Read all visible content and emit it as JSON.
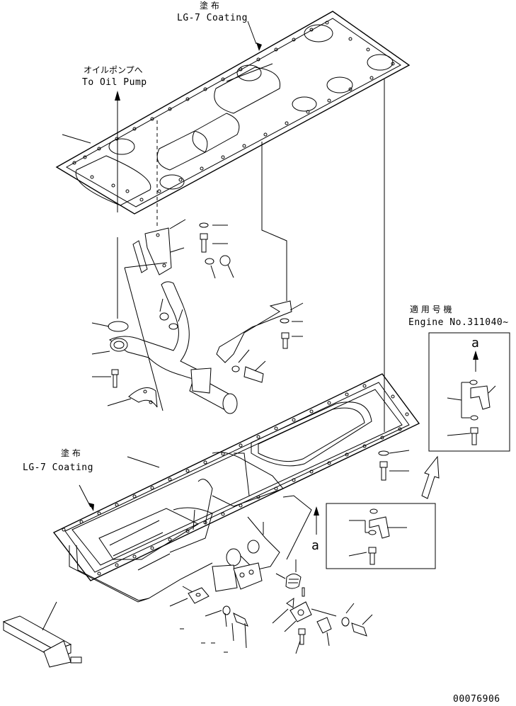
{
  "labels": {
    "coating_top_jp": "塗 布",
    "coating_top_en": "LG-7 Coating",
    "oil_pump_jp": "オイルポンプへ",
    "oil_pump_en": "To Oil Pump",
    "coating_bottom_jp": "塗 布",
    "coating_bottom_en": "LG-7 Coating",
    "applicable_jp": "適 用 号 機",
    "engine_no": "Engine No.311040~",
    "ref_a_inset": "a",
    "ref_a_main": "a",
    "drawing_no": "00076906"
  }
}
